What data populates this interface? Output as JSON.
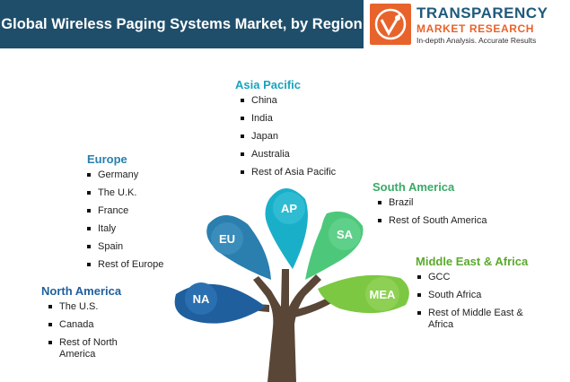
{
  "title": "Global Wireless Paging Systems Market, by Region",
  "logo": {
    "name_line1": "TRANSPARENCY",
    "name_line2": "MARKET RESEARCH",
    "tagline": "In-depth Analysis. Accurate Results"
  },
  "colors": {
    "banner": "#1f4e6b",
    "asia_pacific": "#1aafc9",
    "europe": "#2a7fae",
    "north_america": "#1f5f9e",
    "south_america": "#4dc87a",
    "mea": "#7cc842",
    "trunk": "#5a4636"
  },
  "bubbles": {
    "ap": "AP",
    "eu": "EU",
    "na": "NA",
    "sa": "SA",
    "mea": "MEA"
  },
  "regions": {
    "asia_pacific": {
      "title": "Asia Pacific",
      "items": [
        "China",
        "India",
        "Japan",
        "Australia",
        "Rest of Asia Pacific"
      ]
    },
    "europe": {
      "title": "Europe",
      "items": [
        "Germany",
        "The U.K.",
        "France",
        "Italy",
        "Spain",
        "Rest of Europe"
      ]
    },
    "north_america": {
      "title": "North America",
      "items": [
        "The U.S.",
        "Canada",
        "Rest of North America"
      ]
    },
    "south_america": {
      "title": "South America",
      "items": [
        "Brazil",
        "Rest of South America"
      ]
    },
    "mea": {
      "title": "Middle East & Africa",
      "items": [
        "GCC",
        "South Africa",
        "Rest of Middle East & Africa"
      ]
    }
  }
}
